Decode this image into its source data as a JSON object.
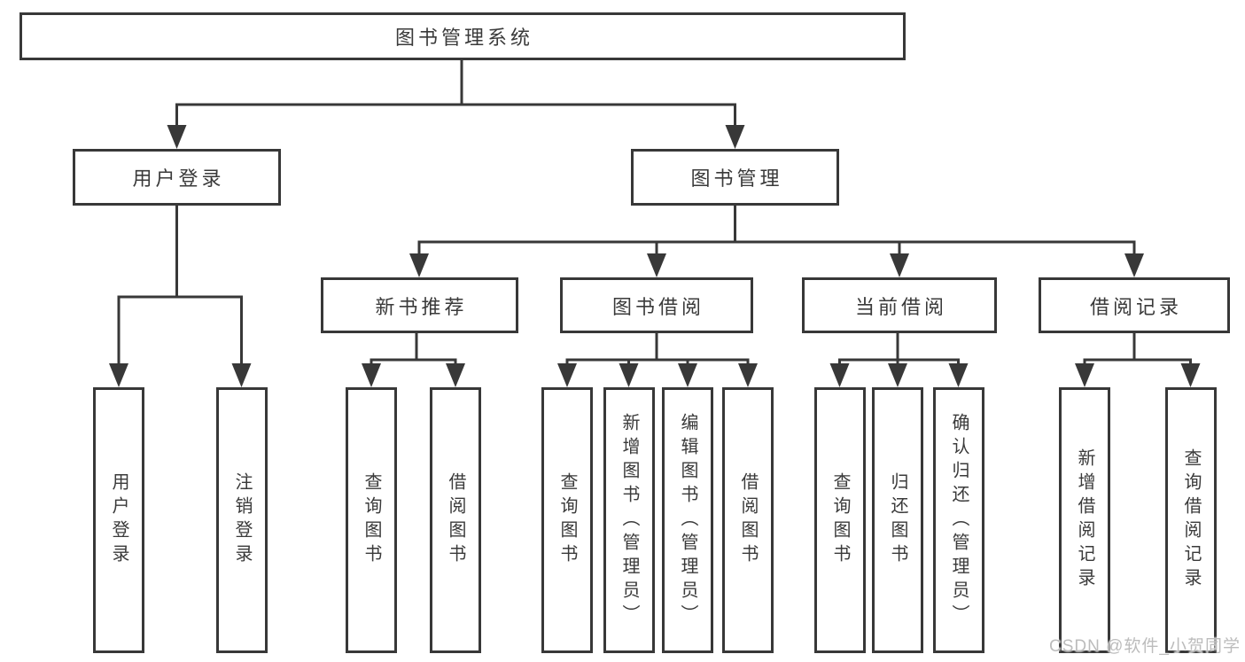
{
  "tree": {
    "root": "图书管理系统",
    "branches": [
      {
        "label": "用户登录",
        "leaves": [
          "用户登录",
          "注销登录"
        ]
      },
      {
        "label": "图书管理",
        "sections": [
          {
            "label": "新书推荐",
            "leaves": [
              "查询图书",
              "借阅图书"
            ]
          },
          {
            "label": "图书借阅",
            "leaves": [
              "查询图书",
              "新增图书（管理员）",
              "编辑图书（管理员）",
              "借阅图书"
            ]
          },
          {
            "label": "当前借阅",
            "leaves": [
              "查询图书",
              "归还图书",
              "确认归还（管理员）"
            ]
          },
          {
            "label": "借阅记录",
            "leaves": [
              "新增借阅记录",
              "查询借阅记录"
            ]
          }
        ]
      }
    ]
  },
  "watermark": {
    "text": "CSDN @软件_小贺同学"
  },
  "colors": {
    "line": "#383838",
    "node_border": "#383838",
    "text": "#3a3a3a",
    "watermark": "#bcbcbc",
    "background": "#ffffff"
  }
}
